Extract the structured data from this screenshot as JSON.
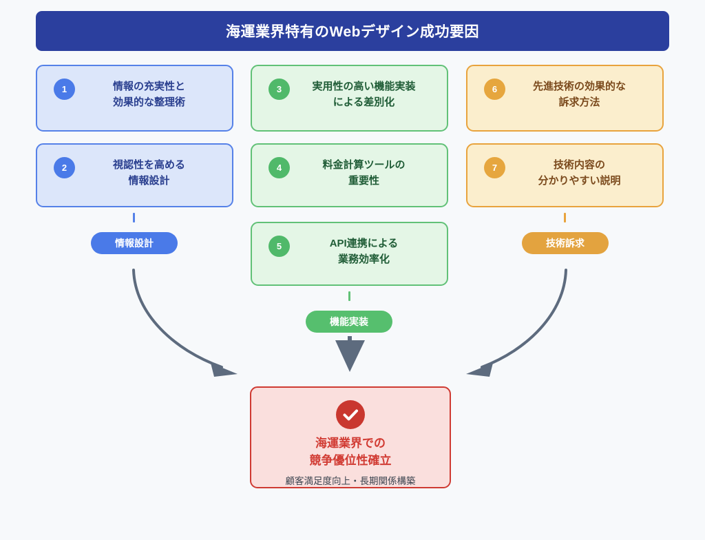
{
  "page": {
    "background_color": "#f7f9fb",
    "title": "海運業界特有のWebデザイン成功要因",
    "title_bar_color": "#2b3f9e"
  },
  "columns": [
    {
      "name": "information-design",
      "accent_color": "#4a7ae8",
      "cards": [
        {
          "number": "1",
          "label": "情報の充実性と\n効果的な整理術"
        },
        {
          "number": "2",
          "label": "視認性を高める\n情報設計"
        }
      ],
      "pill_label": "情報設計"
    },
    {
      "name": "feature-implementation",
      "accent_color": "#50b96a",
      "cards": [
        {
          "number": "3",
          "label": "実用性の高い機能実装\nによる差別化"
        },
        {
          "number": "4",
          "label": "料金計算ツールの\n重要性"
        },
        {
          "number": "5",
          "label": "API連携による\n業務効率化"
        }
      ],
      "pill_label": "機能実装"
    },
    {
      "name": "technology-appeal",
      "accent_color": "#e6a63e",
      "cards": [
        {
          "number": "6",
          "label": "先進技術の効果的な\n訴求方法"
        },
        {
          "number": "7",
          "label": "技術内容の\n分かりやすい説明"
        }
      ],
      "pill_label": "技術訴求"
    }
  ],
  "conclusion": {
    "icon": "check-circle-icon",
    "title": "海運業界での\n競争優位性確立",
    "subtitle": "顧客満足度向上・長期関係構築",
    "accent_color": "#cf3a32"
  },
  "arrows": {
    "color": "#5d6b7e",
    "left": "curved-arrow-left-to-center",
    "center": "straight-arrow-down",
    "right": "curved-arrow-right-to-center"
  }
}
